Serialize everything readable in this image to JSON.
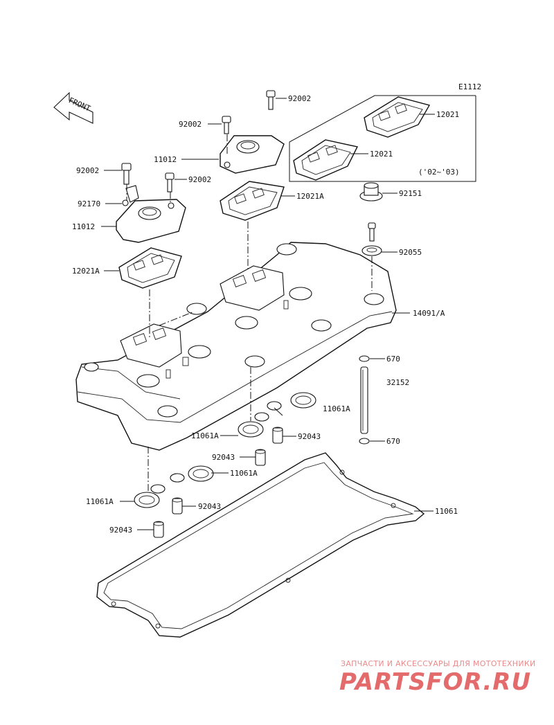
{
  "diagram_code": "E1112",
  "front_label": "FRONT",
  "year_note": "('02~'03)",
  "labels": {
    "p92002_a": "92002",
    "p92002_b": "92002",
    "p92002_c": "92002",
    "p92002_d": "92002",
    "p11012_a": "11012",
    "p11012_b": "11012",
    "p92170": "92170",
    "p12021_a": "12021",
    "p12021_b": "12021",
    "p12021A_a": "12021A",
    "p12021A_b": "12021A",
    "p92151": "92151",
    "p92055": "92055",
    "p14091A": "14091/A",
    "p670_a": "670",
    "p670_b": "670",
    "p32152": "32152",
    "p11061A_a": "11061A",
    "p11061A_b": "11061A",
    "p11061A_c": "11061A",
    "p11061A_d": "11061A",
    "p92043_a": "92043",
    "p92043_b": "92043",
    "p92043_c": "92043",
    "p92043_d": "92043",
    "p11061": "11061"
  },
  "watermark": {
    "tagline": "ЗАПЧАСТИ И АКСЕССУАРЫ ДЛЯ МОТОТЕХНИКИ",
    "brand": "PARTSFOR.RU",
    "brand_color": "#e46b6b"
  }
}
